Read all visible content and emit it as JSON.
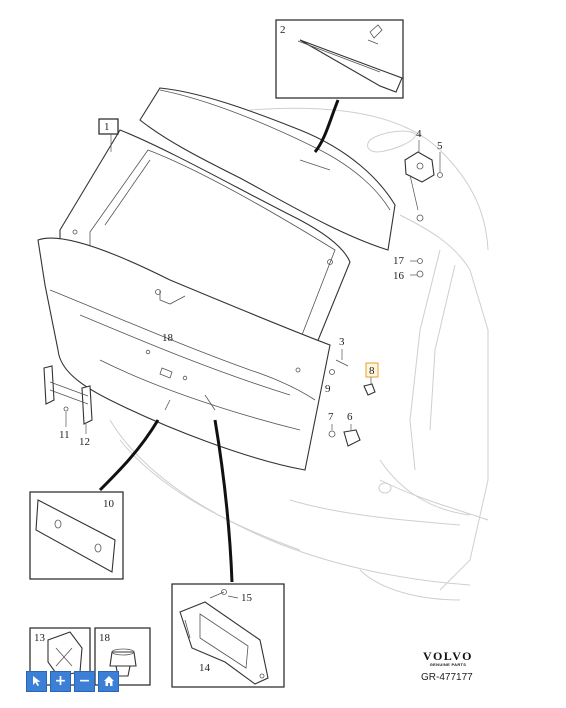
{
  "callouts": {
    "c1": "1",
    "c2": "2",
    "c3": "3",
    "c4": "4",
    "c5": "5",
    "c6": "6",
    "c7": "7",
    "c8": "8",
    "c9": "9",
    "c10": "10",
    "c11": "11",
    "c12": "12",
    "c13": "13",
    "c14": "14",
    "c15": "15",
    "c16": "16",
    "c17": "17",
    "c18a": "18",
    "c18b": "18"
  },
  "highlighted_callout": "8",
  "brand": {
    "name": "VOLVO",
    "sub": "GENUINE PARTS"
  },
  "reference": "GR-477177",
  "toolbar": {
    "pointer_icon": "cursor-icon",
    "zoom_in_label": "+",
    "zoom_out_label": "−",
    "home_icon": "home-icon"
  },
  "colors": {
    "toolbar": "#3b7fd6",
    "highlight": "#e0a030"
  }
}
